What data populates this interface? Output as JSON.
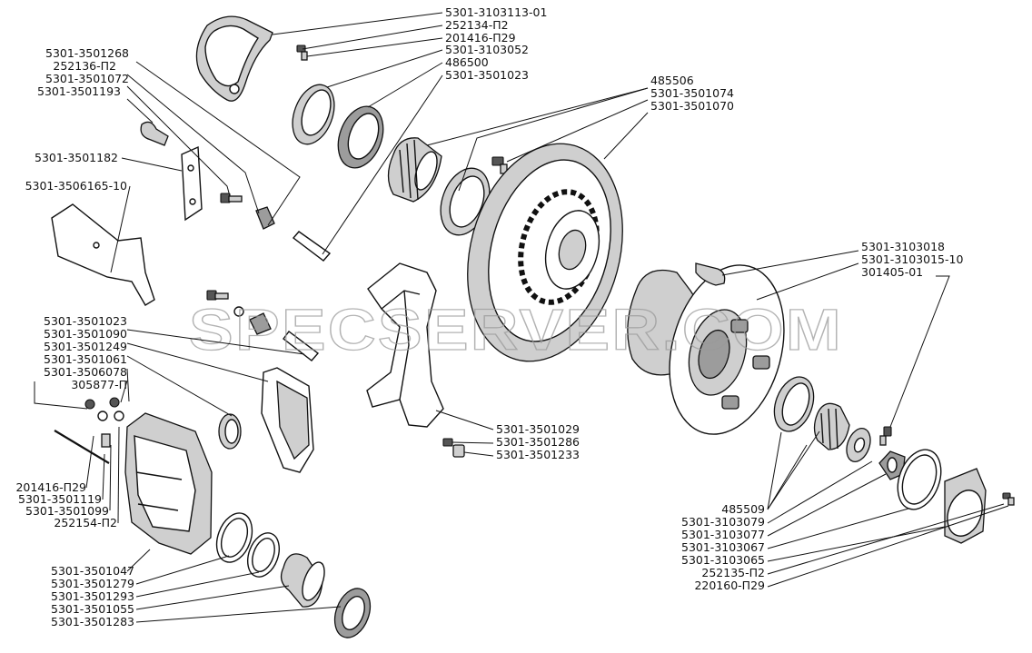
{
  "watermark": "SPECSERVER.COM",
  "labels": {
    "l01": "5301-3103113-01",
    "l02": "252134-П2",
    "l03": "201416-П29",
    "l04": "5301-3103052",
    "l05": "486500",
    "l06": "5301-3501023",
    "l07": "5301-3501268",
    "l08": "252136-П2",
    "l09": "5301-3501072",
    "l10": "5301-3501193",
    "l11": "5301-3501182",
    "l12": "5301-3506165-10",
    "l13": "485506",
    "l14": "5301-3501074",
    "l15": "5301-3501070",
    "l16": "5301-3103018",
    "l17": "5301-3103015-10",
    "l18": "301405-01",
    "l19": "5301-3501023",
    "l20": "5301-3501090",
    "l21": "5301-3501249",
    "l22": "5301-3501061",
    "l23": "5301-3506078",
    "l24": "305877-П",
    "l25": "201416-П29",
    "l26": "5301-3501119",
    "l27": "5301-3501099",
    "l28": "252154-П2",
    "l29": "5301-3501029",
    "l30": "5301-3501286",
    "l31": "5301-3501233",
    "l32": "485509",
    "l33": "5301-3103079",
    "l34": "5301-3103077",
    "l35": "5301-3103067",
    "l36": "5301-3103065",
    "l37": "252135-П2",
    "l38": "220160-П29",
    "l39": "5301-3501047",
    "l40": "5301-3501279",
    "l41": "5301-3501293",
    "l42": "5301-3501055",
    "l43": "5301-3501283"
  }
}
